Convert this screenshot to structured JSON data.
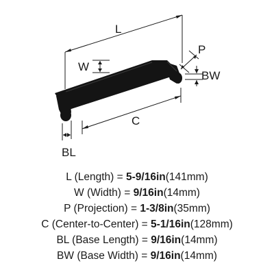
{
  "diagram": {
    "labels": {
      "length": "L",
      "width": "W",
      "projection": "P",
      "base_width": "BW",
      "center_to_center": "C",
      "base_length": "BL"
    }
  },
  "specs": [
    {
      "abbr": "L",
      "name": "(Length)",
      "eq": " = ",
      "value": "5-9/16in",
      "metric": "(141mm)"
    },
    {
      "abbr": "W",
      "name": "(Width)",
      "eq": " = ",
      "value": "9/16in",
      "metric": "(14mm)"
    },
    {
      "abbr": "P",
      "name": "(Projection)",
      "eq": " = ",
      "value": "1-3/8in",
      "metric": "(35mm)"
    },
    {
      "abbr": "C",
      "name": "(Center-to-Center)",
      "eq": " = ",
      "value": "5-1/16in",
      "metric": "(128mm)"
    },
    {
      "abbr": "BL",
      "name": "(Base Length)",
      "eq": " = ",
      "value": "9/16in",
      "metric": "(14mm)"
    },
    {
      "abbr": "BW",
      "name": "(Base Width)",
      "eq": " = ",
      "value": "9/16in",
      "metric": "(14mm)"
    }
  ],
  "colors": {
    "handle": "#141414",
    "line": "#1a1a1a",
    "text": "#1a1a1a"
  }
}
